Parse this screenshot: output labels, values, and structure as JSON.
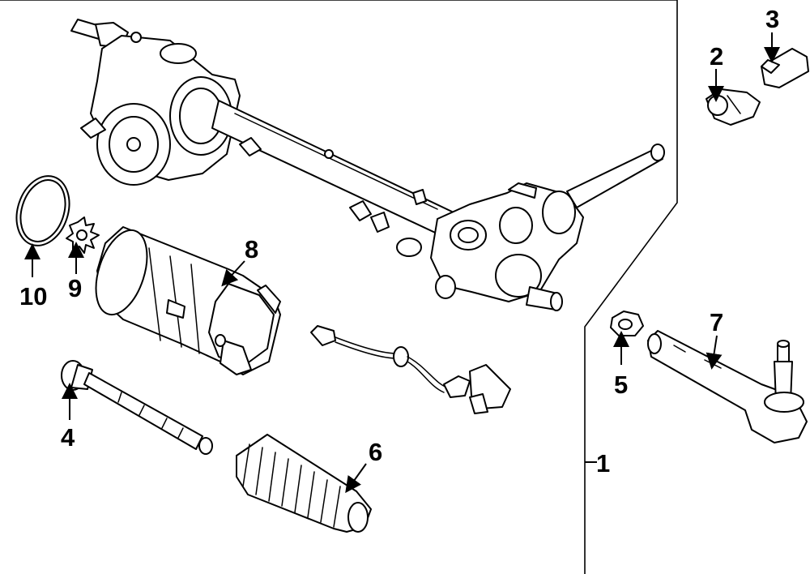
{
  "diagram": {
    "colors": {
      "line": "#000000",
      "background": "#ffffff"
    },
    "callouts": {
      "c1": "1",
      "c2": "2",
      "c3": "3",
      "c4": "4",
      "c5": "5",
      "c6": "6",
      "c7": "7",
      "c8": "8",
      "c9": "9",
      "c10": "10"
    }
  }
}
